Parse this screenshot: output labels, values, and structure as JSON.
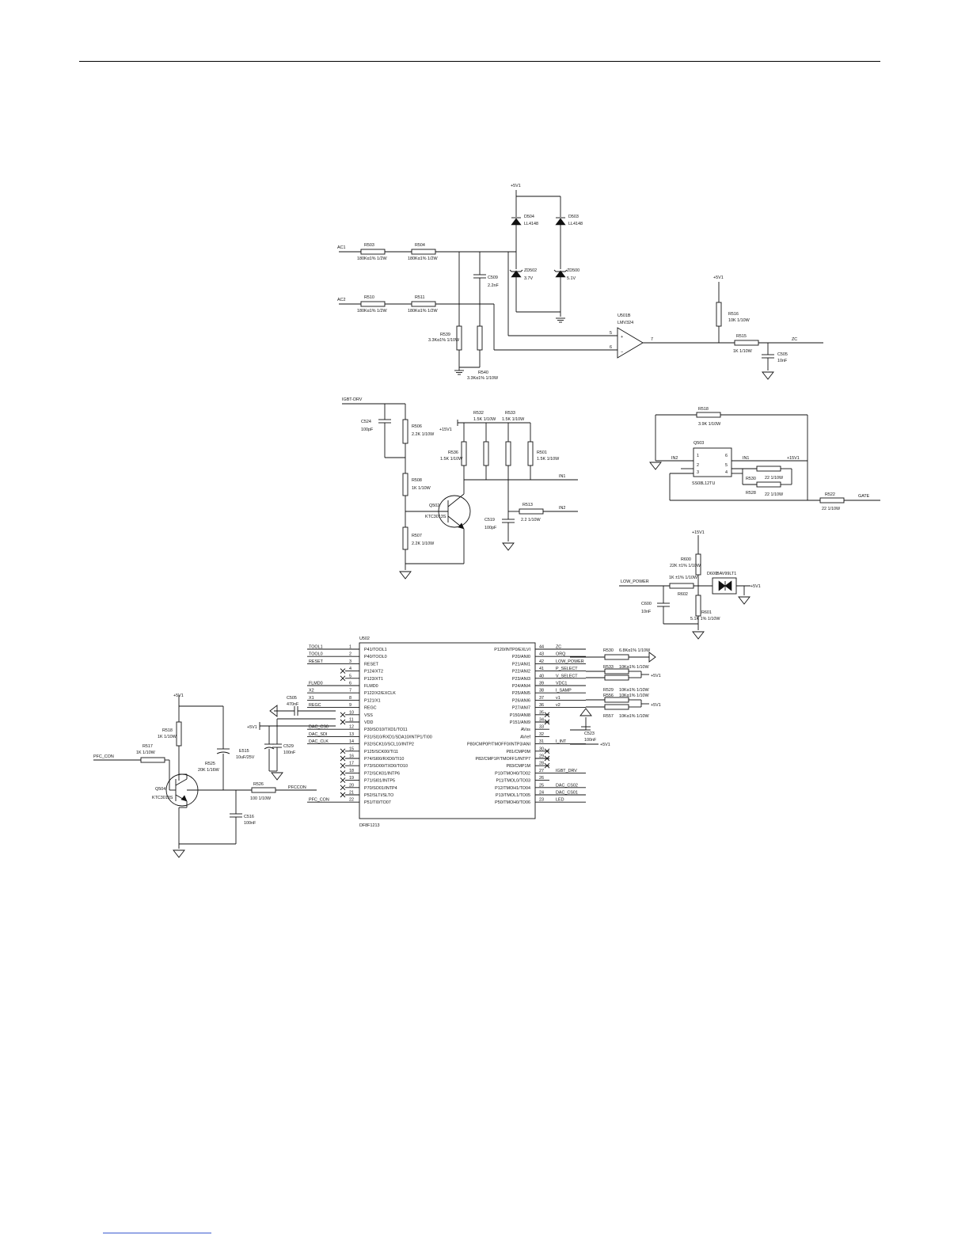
{
  "power": {
    "p5v1": "+5V1",
    "p15v1": "+15V1"
  },
  "zero_cross": {
    "ac1": "AC1",
    "ac2": "AC2",
    "r503": "R503",
    "r503_val": "180Kα1% 1/2W",
    "r504": "R504",
    "r504_val": "180Kα1% 1/2W",
    "r510": "R510",
    "r510_val": "180Kα1% 1/2W",
    "r511": "R511",
    "r511_val": "180Kα1% 1/2W",
    "r539": "R539",
    "r539_val": "3.3Kα1% 1/10W",
    "r540": "R540",
    "r540_val": "3.3Kα1% 1/10W",
    "c509": "C509",
    "c509_val": "2.2nF",
    "d504": "D504",
    "d504_val": "LL4148",
    "d503": "D503",
    "d503_val": "LL4148",
    "zd502": "ZD502",
    "zd502_val": "3.7V",
    "zd500": "ZD500",
    "zd500_val": "5.1V",
    "u501": "U501B",
    "u501_val": "LMV324",
    "pin5": "5",
    "pin6": "6",
    "pin7": "7",
    "r516": "R516",
    "r516_val": "10K 1/10W",
    "r515": "R515",
    "r515_val": "1K 1/10W",
    "c505": "C505",
    "c505_val": "10nF",
    "zc": "ZC"
  },
  "igbt_drive": {
    "igbt_drv": "IGBT-DRV",
    "c524": "C524",
    "c524_val": "100pF",
    "r506": "R506",
    "r506_val": "2.2K 1/10W",
    "r508": "R508",
    "r508_val": "1K 1/10W",
    "r507": "R507",
    "r507_val": "2.2K 1/10W",
    "q502": "Q502",
    "q502_val": "KTC3013S",
    "r532": "R532",
    "r532_val": "1.5K 1/10W",
    "r533": "R533",
    "r533_val": "1.5K 1/10W",
    "r536": "R536",
    "r536_val": "1.5K 1/10W",
    "r501": "R501",
    "r501_val": "1.5K 1/10W",
    "c519": "C519",
    "c519_val": "100pF",
    "r513": "R513",
    "r513_val": "2.2 1/10W",
    "in1": "IN1",
    "in2": "IN2"
  },
  "gate_driver": {
    "r518": "R518",
    "r518_val": "3.9K 1/10W",
    "q503": "Q503",
    "q503_val": "SS08L12TU",
    "in1": "IN1",
    "in2": "IN2",
    "p1": "1",
    "p2": "2",
    "p3": "3",
    "p4": "4",
    "p5": "5",
    "p6": "6",
    "r530": "R530",
    "r530_val": "22 1/10W",
    "r528": "R528",
    "r528_val": "22 1/10W",
    "r522": "R522",
    "r522_val": "22 1/10W",
    "gate": "GATE"
  },
  "low_power": {
    "r600": "R600",
    "r600_val": "22K ±1% 1/10W",
    "d600": "D600",
    "d600_val": "BAV99LT1",
    "label": "LOW_POWER",
    "r602": "R602",
    "r602_val": "1K ±1% 1/10W",
    "c600": "C600",
    "c600_val": "10nF",
    "r601": "R601",
    "r601_val": "5.1K 1% 1/10W"
  },
  "pfc": {
    "pfc_con": "PFC_CON",
    "r517": "R517",
    "r517_val": "1K 1/10W",
    "r518": "R518",
    "r518_val": "1K 1/10W",
    "r525": "R525",
    "r525_val": "20K 1/16W",
    "e515": "E515",
    "e515_val": "10uF/25V",
    "q504": "Q504",
    "q504_val": "KTC3013S",
    "r526": "R526",
    "r526_val": "100 1/10W",
    "pfccon": "PFCCON",
    "c516": "C516",
    "c516_val": "100nF"
  },
  "mcu": {
    "ref": "U502",
    "part": "DF8F1213",
    "c505": "C505",
    "c505_val": "470nF",
    "c529": "C529",
    "c529_val": "100nF",
    "c523": "C523",
    "c523_val": "100nF",
    "left_pins": [
      {
        "net": "TOOL1",
        "num": "1",
        "name": "P41/TOOL1"
      },
      {
        "net": "TOOL0",
        "num": "2",
        "name": "P40/TOOL0"
      },
      {
        "net": "RESET",
        "num": "3",
        "name": "RESET"
      },
      {
        "net": "",
        "num": "4",
        "name": "P124/XT2"
      },
      {
        "net": "",
        "num": "5",
        "name": "P123/XT1"
      },
      {
        "net": "FLMD0",
        "num": "6",
        "name": "FLMD0"
      },
      {
        "net": "X2",
        "num": "7",
        "name": "P122/X2/EXCLK"
      },
      {
        "net": "X1",
        "num": "8",
        "name": "P121/X1"
      },
      {
        "net": "REGC",
        "num": "9",
        "name": "REGC"
      },
      {
        "net": "",
        "num": "10",
        "name": "VSS"
      },
      {
        "net": "",
        "num": "11",
        "name": "VDD"
      },
      {
        "net": "DAC_CS0",
        "num": "12",
        "name": "P30/SO10/TXD1/TO11"
      },
      {
        "net": "DAC_SDI",
        "num": "13",
        "name": "P31/SI10/RXD1/SDA10/INTP1/TI00"
      },
      {
        "net": "DAC_CLK",
        "num": "14",
        "name": "P32/SCK10/SCL10/INTP2"
      },
      {
        "net": "",
        "num": "15",
        "name": "P125/SCK00/TI11"
      },
      {
        "net": "",
        "num": "16",
        "name": "P74/SI00/RXD0/TI10"
      },
      {
        "net": "",
        "num": "17",
        "name": "P73/SO00/TXD0/TO10"
      },
      {
        "net": "",
        "num": "18",
        "name": "P72/SCK01/INTP6"
      },
      {
        "net": "",
        "num": "19",
        "name": "P71/SI01/INTP5"
      },
      {
        "net": "",
        "num": "20",
        "name": "P70/SO01/INTP4"
      },
      {
        "net": "",
        "num": "21",
        "name": "P52/SLTI/SLTO"
      },
      {
        "net": "PFC_CON",
        "num": "22",
        "name": "P51/TI0/TO07"
      }
    ],
    "right_pins": [
      {
        "net": "ZC",
        "num": "44",
        "name": "P120/INTP0/EXLVI"
      },
      {
        "net": "ORQ",
        "num": "43",
        "name": "P20/ANI0"
      },
      {
        "net": "LOW_POWER",
        "num": "42",
        "name": "P21/ANI1"
      },
      {
        "net": "P_SELECT",
        "num": "41",
        "name": "P22/ANI2"
      },
      {
        "net": "V_SELECT",
        "num": "40",
        "name": "P23/ANI3"
      },
      {
        "net": "VDC1",
        "num": "39",
        "name": "P24/ANI4"
      },
      {
        "net": "I_SAMP",
        "num": "38",
        "name": "P25/ANI5"
      },
      {
        "net": "v1",
        "num": "37",
        "name": "P26/ANI6"
      },
      {
        "net": "v2",
        "num": "36",
        "name": "P27/ANI7"
      },
      {
        "net": "",
        "num": "35",
        "name": "P150/ANI8"
      },
      {
        "net": "",
        "num": "34",
        "name": "P151/ANI9"
      },
      {
        "net": "",
        "num": "33",
        "name": "AVss"
      },
      {
        "net": "",
        "num": "32",
        "name": "AVref"
      },
      {
        "net": "I_INT",
        "num": "31",
        "name": "P80/CMP0P/TMOFF0/INTP3/ANI"
      },
      {
        "net": "",
        "num": "30",
        "name": "P81/CMP0M"
      },
      {
        "net": "",
        "num": "29",
        "name": "P82/CMP1P/TMOFF1/INTP7"
      },
      {
        "net": "",
        "num": "28",
        "name": "P83/CMP1M"
      },
      {
        "net": "IGBT_DRV",
        "num": "27",
        "name": "P10/TMOH0/TO02"
      },
      {
        "net": "",
        "num": "26",
        "name": "P11/TMOL0/TO03"
      },
      {
        "net": "DAC_CS02",
        "num": "25",
        "name": "P12/TMOH1/TO04"
      },
      {
        "net": "DAC_CS01",
        "num": "24",
        "name": "P13/TMOL1/TO05"
      },
      {
        "net": "LED",
        "num": "23",
        "name": "P50/TMOH0/TO06"
      }
    ],
    "r530": "R530",
    "r530_val": "6.8Kα1% 1/10W",
    "r533": "R533",
    "r533_val": "10Kα1% 1/10W",
    "r529": "R529",
    "r529_val": "10Kα1% 1/10W",
    "r556": "R556",
    "r556_val": "10Kα1% 1/10W",
    "r557": "R557",
    "r557_val": "10Kα1% 1/10W"
  }
}
